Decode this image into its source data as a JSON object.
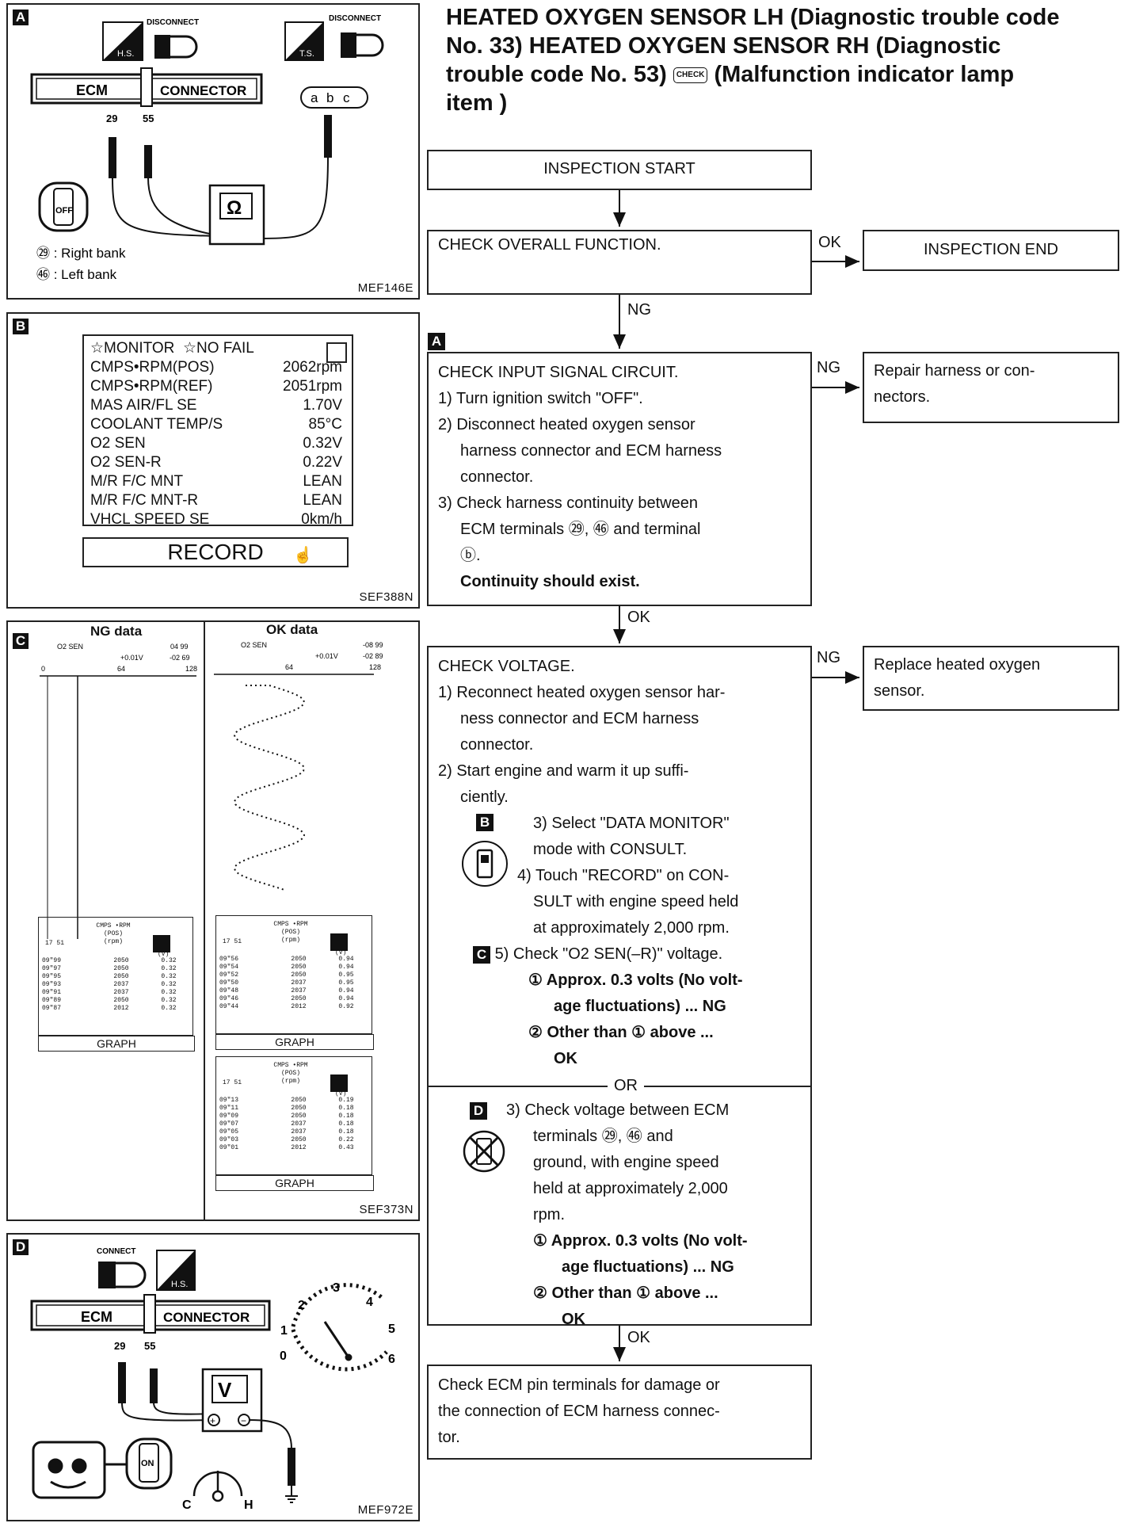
{
  "title": {
    "line1": "HEATED OXYGEN SENSOR LH (Diagnostic trouble code",
    "line2": "No. 33) HEATED OXYGEN SENSOR RH (Diagnostic",
    "line3a": "trouble code No. 53)",
    "check_icon": "CHECK",
    "line3b": "(Malfunction indicator lamp",
    "line4": "item )"
  },
  "flow": {
    "start": "INSPECTION START",
    "overall": "CHECK OVERALL FUNCTION.",
    "ok1": "OK",
    "end": "INSPECTION END",
    "ng1": "NG",
    "tagA": "A",
    "input_title": "CHECK INPUT SIGNAL CIRCUIT.",
    "input_s1": "1) Turn ignition switch \"OFF\".",
    "input_s2a": "2) Disconnect heated oxygen sensor",
    "input_s2b": "harness connector and ECM harness",
    "input_s2c": "connector.",
    "input_s3a": "3) Check harness continuity between",
    "input_s3b": "ECM terminals ㉙, ㊻ and terminal",
    "input_s3c": "ⓑ.",
    "input_note": "Continuity should exist.",
    "ng2": "NG",
    "repair": "Repair harness or con-\nnectors.",
    "ok2": "OK",
    "volt_title": "CHECK VOLTAGE.",
    "v_s1a": "1) Reconnect heated oxygen sensor har-",
    "v_s1b": "ness connector and ECM harness",
    "v_s1c": "connector.",
    "v_s2a": "2) Start engine and warm it up suffi-",
    "v_s2b": "ciently.",
    "tagB": "B",
    "v_s3a": "3) Select \"DATA MONITOR\"",
    "v_s3b": "mode with CONSULT.",
    "v_s4a": "4) Touch \"RECORD\" on CON-",
    "v_s4b": "SULT with engine speed held",
    "v_s4c": "at approximately 2,000 rpm.",
    "tagC": "C",
    "v_s5": "5) Check \"O2 SEN(–R)\" voltage.",
    "c1a": "① Approx. 0.3 volts (No volt-",
    "c1b": "age fluctuations) ... NG",
    "c2a": "② Other than ① above ...",
    "c2b": "OK",
    "or": "OR",
    "ng3": "NG",
    "replace": "Replace heated oxygen\nsensor.",
    "tagD": "D",
    "d_s3a": "3) Check voltage between ECM",
    "d_s3b": "terminals ㉙, ㊻ and",
    "d_s3c": "ground, with engine speed",
    "d_s3d": "held at approximately 2,000",
    "d_s3e": "rpm.",
    "d1a": "① Approx. 0.3 volts (No volt-",
    "d1b": "age fluctuations) ... NG",
    "d2a": "② Other than ① above ...",
    "d2b": "OK",
    "ok3": "OK",
    "final": "Check ECM pin terminals for damage or\nthe connection of ECM harness connec-\ntor."
  },
  "panelA": {
    "label": "A",
    "disconnect1": "DISCONNECT",
    "disconnect2": "DISCONNECT",
    "hs": "H.S.",
    "ts": "T.S.",
    "ecm": "ECM",
    "connector": "CONNECTOR",
    "pin29": "29",
    "pin55": "55",
    "abc_a": "a",
    "abc_b": "b",
    "abc_c": "c",
    "off": "OFF",
    "ohm": "Ω",
    "legend1": "㉙ : Right bank",
    "legend2": "㊻ : Left bank",
    "code": "MEF146E"
  },
  "panelB": {
    "label": "B",
    "header": "☆MONITOR  ☆NO FAIL",
    "rows": [
      {
        "name": "CMPS•RPM(POS)",
        "value": "2062rpm"
      },
      {
        "name": "CMPS•RPM(REF)",
        "value": "2051rpm"
      },
      {
        "name": "MAS AIR/FL SE",
        "value": "1.70V"
      },
      {
        "name": "COOLANT TEMP/S",
        "value": "85°C"
      },
      {
        "name": "O2 SEN",
        "value": "0.32V"
      },
      {
        "name": "O2 SEN-R",
        "value": "0.22V"
      },
      {
        "name": "M/R F/C MNT",
        "value": "LEAN"
      },
      {
        "name": "M/R F/C MNT-R",
        "value": "LEAN"
      },
      {
        "name": "VHCL SPEED SE",
        "value": "0km/h"
      }
    ],
    "record": "RECORD",
    "code": "SEF388N"
  },
  "panelC": {
    "label": "C",
    "ng_title": "NG data",
    "ok_title": "OK data",
    "o2sen": "O2 SEN",
    "ng_scale": [
      "04 99",
      "+0.01V",
      "-02 69",
      "0",
      "64",
      "128"
    ],
    "ok_scale": [
      "-08 99",
      "+0.01V",
      "-02 89",
      "64",
      "128"
    ],
    "time": "17 51",
    "cols": [
      "CMPS •RPM (POS) (rpm)",
      "(V)"
    ],
    "ng_table": [
      [
        "09\"99",
        "2050",
        "0.32"
      ],
      [
        "09\"97",
        "2050",
        "0.32"
      ],
      [
        "09\"95",
        "2050",
        "0.32"
      ],
      [
        "09\"93",
        "2037",
        "0.32"
      ],
      [
        "09\"91",
        "2037",
        "0.32"
      ],
      [
        "09\"89",
        "2050",
        "0.32"
      ],
      [
        "09\"87",
        "2012",
        "0.32"
      ]
    ],
    "ok_table1": [
      [
        "09\"56",
        "2050",
        "0.94"
      ],
      [
        "09\"54",
        "2050",
        "0.94"
      ],
      [
        "09\"52",
        "2050",
        "0.95"
      ],
      [
        "09\"50",
        "2037",
        "0.95"
      ],
      [
        "09\"48",
        "2037",
        "0.94"
      ],
      [
        "09\"46",
        "2050",
        "0.94"
      ],
      [
        "09\"44",
        "2012",
        "0.92"
      ]
    ],
    "ok_table2": [
      [
        "09\"13",
        "2050",
        "0.19"
      ],
      [
        "09\"11",
        "2050",
        "0.18"
      ],
      [
        "09\"09",
        "2050",
        "0.18"
      ],
      [
        "09\"07",
        "2037",
        "0.18"
      ],
      [
        "09\"05",
        "2037",
        "0.18"
      ],
      [
        "09\"03",
        "2050",
        "0.22"
      ],
      [
        "09\"01",
        "2012",
        "0.43"
      ]
    ],
    "graph": "GRAPH",
    "code": "SEF373N"
  },
  "panelD": {
    "label": "D",
    "connect": "CONNECT",
    "hs": "H.S.",
    "ecm": "ECM",
    "connector": "CONNECTOR",
    "pin29": "29",
    "pin55": "55",
    "volt": "V",
    "on": "ON",
    "c": "C",
    "h": "H",
    "gauge": [
      "0",
      "1",
      "2",
      "3",
      "4",
      "5",
      "6"
    ],
    "code": "MEF972E"
  }
}
